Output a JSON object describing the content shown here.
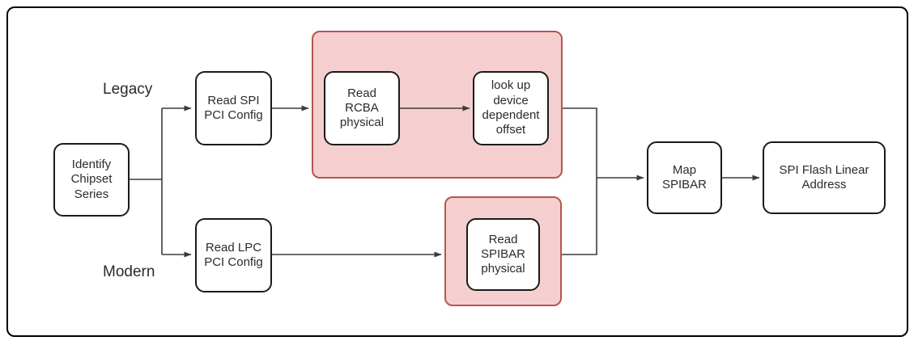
{
  "diagram": {
    "title": "SPI Flash Linear Address resolution flow",
    "colors": {
      "group_fill": "#f5cfcf",
      "group_border": "#b85450",
      "node_fill": "#ffffff",
      "node_border": "#1a1a1a",
      "edge": "#3c3c3c",
      "frame_border": "#000000",
      "text": "#2b2b2b"
    },
    "branch_labels": [
      {
        "text": "Legacy"
      },
      {
        "text": "Modern"
      }
    ],
    "groups": [
      {
        "name": "legacy-physical-group",
        "label": ""
      },
      {
        "name": "modern-physical-group",
        "label": ""
      }
    ],
    "nodes": [
      {
        "id": "identify-chipset-series",
        "text": "Identify\nChipset\nSeries"
      },
      {
        "id": "read-spi-pci-config",
        "text": "Read SPI\nPCI Config"
      },
      {
        "id": "read-rcba-physical",
        "text": "Read\nRCBA\nphysical"
      },
      {
        "id": "look-up-device-dependent-offset",
        "text": "look up\ndevice\ndependent\noffset"
      },
      {
        "id": "read-lpc-pci-config",
        "text": "Read LPC\nPCI Config"
      },
      {
        "id": "read-spibar-physical",
        "text": "Read\nSPIBAR\nphysical"
      },
      {
        "id": "map-spibar",
        "text": "Map\nSPIBAR"
      },
      {
        "id": "spi-flash-linear-address",
        "text": "SPI Flash Linear\nAddress"
      }
    ]
  }
}
